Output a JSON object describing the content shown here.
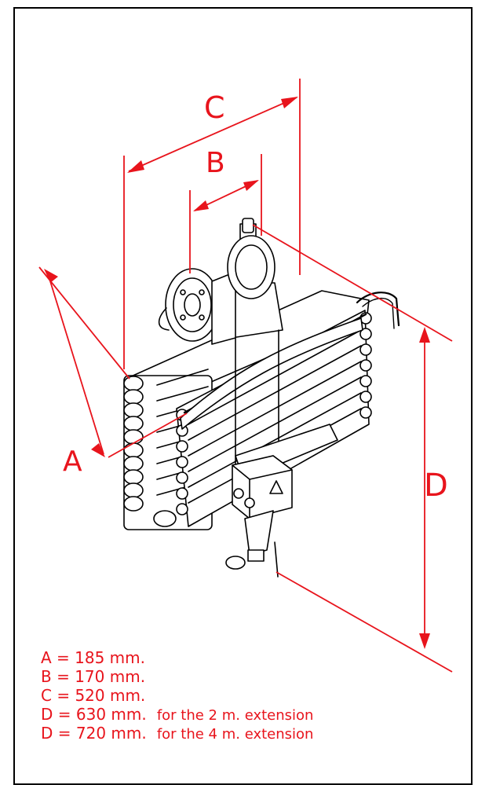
{
  "labels": {
    "a": "A",
    "b": "B",
    "c": "C",
    "d": "D"
  },
  "legend": [
    {
      "text": "A = 185 mm.",
      "note": ""
    },
    {
      "text": "B = 170 mm.",
      "note": ""
    },
    {
      "text": "C = 520 mm.",
      "note": ""
    },
    {
      "text": "D = 630 mm.",
      "note": "for the 2 m. extension"
    },
    {
      "text": "D = 720 mm.",
      "note": "for the 4 m. extension"
    }
  ],
  "colors": {
    "dimension": "#e8141c",
    "outline": "#000000",
    "fill": "#ffffff"
  }
}
